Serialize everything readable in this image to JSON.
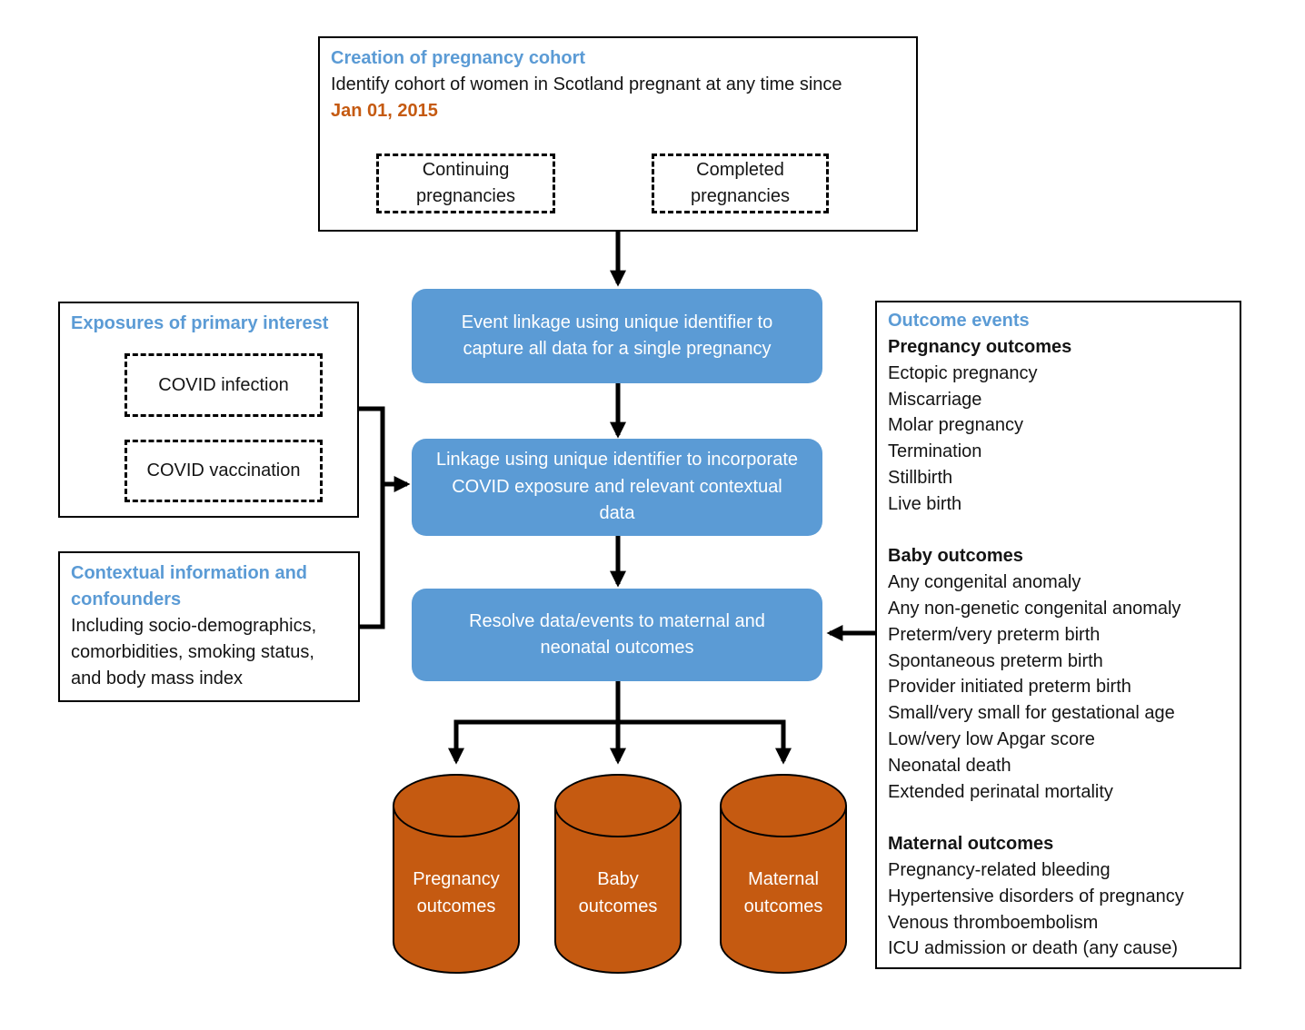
{
  "colors": {
    "accent_blue": "#5B9BD5",
    "accent_orange": "#C55A11",
    "text_black": "#141414",
    "white": "#ffffff"
  },
  "cohort": {
    "title": "Creation of pregnancy cohort",
    "body": "Identify cohort of women in Scotland pregnant at any time since",
    "date": "Jan 01, 2015",
    "continuing_label": "Continuing pregnancies",
    "completed_label": "Completed pregnancies"
  },
  "exposures": {
    "title": "Exposures of primary interest",
    "items": [
      "COVID infection",
      "COVID vaccination"
    ]
  },
  "contextual": {
    "title": "Contextual information and confounders",
    "body": "Including socio-demographics, comorbidities, smoking status, and body mass index"
  },
  "process": {
    "steps": [
      "Event linkage using unique identifier to capture all data for a single pregnancy",
      "Linkage using unique identifier to incorporate COVID exposure and relevant contextual data",
      "Resolve data/events to maternal and neonatal outcomes"
    ]
  },
  "outcomes": {
    "title": "Outcome events",
    "groups": [
      {
        "heading": "Pregnancy outcomes",
        "items": [
          "Ectopic pregnancy",
          "Miscarriage",
          "Molar pregnancy",
          "Termination",
          "Stillbirth",
          "Live birth"
        ]
      },
      {
        "heading": "Baby outcomes",
        "items": [
          "Any congenital anomaly",
          "Any non-genetic congenital anomaly",
          "Preterm/very preterm birth",
          "Spontaneous preterm birth",
          "Provider initiated preterm birth",
          "Small/very small for gestational age",
          "Low/very low Apgar score",
          "Neonatal death",
          "Extended perinatal mortality"
        ]
      },
      {
        "heading": "Maternal outcomes",
        "items": [
          "Pregnancy-related bleeding",
          "Hypertensive disorders of pregnancy",
          "Venous thromboembolism",
          "ICU admission or death (any cause)"
        ]
      }
    ]
  },
  "databases": [
    "Pregnancy outcomes",
    "Baby outcomes",
    "Maternal outcomes"
  ]
}
